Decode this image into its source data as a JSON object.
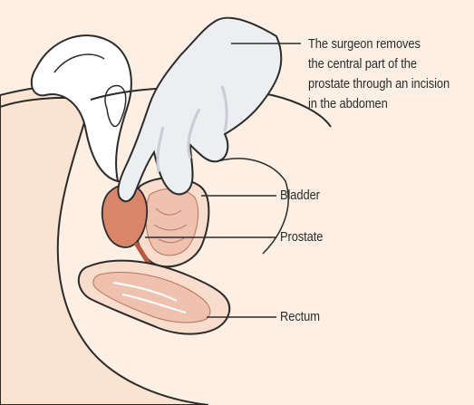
{
  "background_color": "#fdefe3",
  "colors": {
    "outline": "#2b2b2b",
    "skin": "#fbe3d2",
    "cavity": "#ffffff",
    "organ_pink": "#efc2b0",
    "organ_light": "#f8dccc",
    "prostate": "#d8866a",
    "glove": "#eceef1",
    "glove_shadow": "#c9ccd2"
  },
  "labels": {
    "surgeon": {
      "lines": [
        "The surgeon removes",
        "the central part of the",
        "prostate through an incision",
        "in the abdomen"
      ]
    },
    "bladder": "Bladder",
    "prostate": "Prostate",
    "rectum": "Rectum"
  }
}
